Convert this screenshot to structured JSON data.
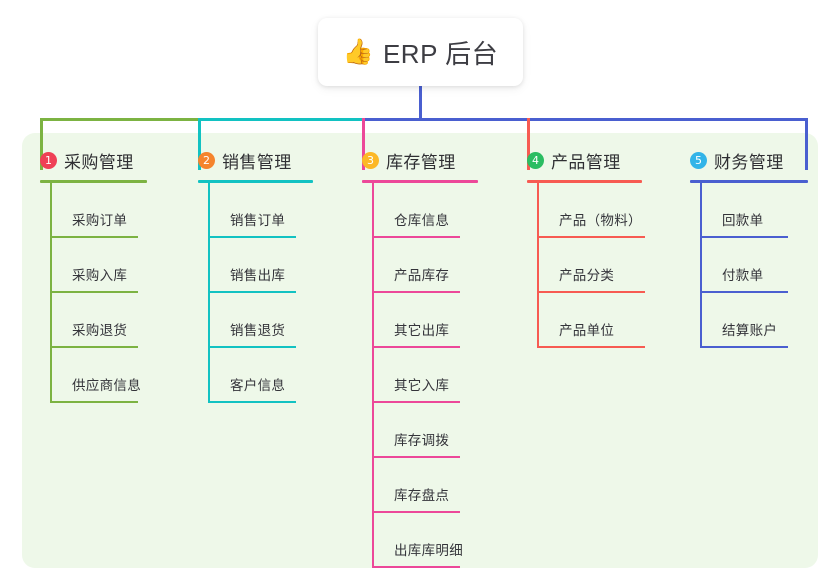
{
  "root": {
    "icon": "thumbs-up-icon",
    "icon_glyph": "👍",
    "title": "ERP 后台"
  },
  "panel": {
    "background": "#eef8e9"
  },
  "connector": {
    "trunk_color": "#4a5fd0",
    "segments": [
      {
        "name": "segment-green",
        "color": "#7cb342"
      },
      {
        "name": "segment-teal",
        "color": "#12c2c2"
      },
      {
        "name": "segment-blue",
        "color": "#4a5fd0"
      }
    ]
  },
  "columns": [
    {
      "index": "1",
      "title": "采购管理",
      "color": "#7cb342",
      "badge_color": "#ef4056",
      "rule_width": 107,
      "item_width": 88,
      "items": [
        {
          "label": "采购订单"
        },
        {
          "label": "采购入库"
        },
        {
          "label": "采购退货"
        },
        {
          "label": "供应商信息"
        }
      ]
    },
    {
      "index": "2",
      "title": "销售管理",
      "color": "#12c2c2",
      "badge_color": "#f5842d",
      "rule_width": 115,
      "item_width": 88,
      "items": [
        {
          "label": "销售订单"
        },
        {
          "label": "销售出库"
        },
        {
          "label": "销售退货"
        },
        {
          "label": "客户信息"
        }
      ]
    },
    {
      "index": "3",
      "title": "库存管理",
      "color": "#ec4899",
      "badge_color": "#fcb827",
      "rule_width": 116,
      "item_width": 88,
      "items": [
        {
          "label": "仓库信息"
        },
        {
          "label": "产品库存"
        },
        {
          "label": "其它出库"
        },
        {
          "label": "其它入库"
        },
        {
          "label": "库存调拨"
        },
        {
          "label": "库存盘点"
        },
        {
          "label": "出库库明细"
        }
      ]
    },
    {
      "index": "4",
      "title": "产品管理",
      "color": "#f75b52",
      "badge_color": "#2bbd62",
      "rule_width": 115,
      "item_width": 108,
      "items": [
        {
          "label": "产品（物料）"
        },
        {
          "label": "产品分类"
        },
        {
          "label": "产品单位"
        }
      ]
    },
    {
      "index": "5",
      "title": "财务管理",
      "color": "#4a5fd0",
      "badge_color": "#32b4e8",
      "rule_width": 118,
      "item_width": 88,
      "items": [
        {
          "label": "回款单"
        },
        {
          "label": "付款单"
        },
        {
          "label": "结算账户"
        }
      ]
    }
  ]
}
